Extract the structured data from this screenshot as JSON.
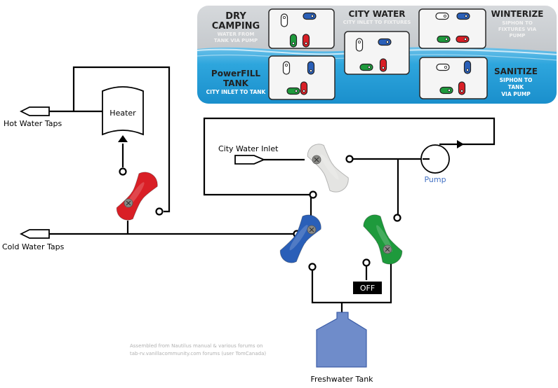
{
  "legend_panel": {
    "modes": [
      {
        "title_lines": [
          "DRY",
          "CAMPING"
        ],
        "subtitle_lines": [
          "WATER FROM",
          "TANK VIA PUMP"
        ],
        "valves": {
          "white": "vertical",
          "blue": "horizontal",
          "green": "vertical",
          "red": "vertical"
        }
      },
      {
        "title_lines": [
          "CITY WATER"
        ],
        "subtitle_lines": [
          "CITY INLET TO FIXTURES"
        ],
        "valves": {
          "white": "vertical",
          "blue": "horizontal",
          "green": "horizontal",
          "red": "vertical"
        }
      },
      {
        "title_lines": [
          "WINTERIZE"
        ],
        "subtitle_lines": [
          "SIPHON TO",
          "FIXTURES VIA",
          "PUMP"
        ],
        "valves": {
          "white": "horizontal",
          "blue": "horizontal",
          "green": "horizontal",
          "red": "horizontal"
        }
      },
      {
        "title_lines": [
          "PowerFILL",
          "TANK"
        ],
        "subtitle_lines": [
          "CITY INLET TO TANK"
        ],
        "valves": {
          "white": "vertical",
          "blue": "vertical",
          "green": "horizontal",
          "red": "vertical"
        }
      },
      {
        "title_lines": [
          "SANITIZE"
        ],
        "subtitle_lines": [
          "SIPHON TO",
          "TANK",
          "VIA PUMP"
        ],
        "valves": {
          "white": "horizontal",
          "blue": "vertical",
          "green": "horizontal",
          "red": "vertical"
        }
      }
    ]
  },
  "labels": {
    "hot_taps": "Hot Water Taps",
    "cold_taps": "Cold Water Taps",
    "heater": "Heater",
    "city_inlet": "City Water Inlet",
    "pump": "Pump",
    "off": "OFF",
    "tank": "Freshwater Tank"
  },
  "credit": {
    "line1": "Assembled from Nautilus manual & various forums on",
    "line2": "tab-rv.vanillacommunity.com forums (user TomCanada)"
  },
  "colors": {
    "red_valve": "#d91f26",
    "blue_valve": "#2a5fb8",
    "green_valve": "#1e9a3c",
    "white_valve": "#e4e4e2",
    "tank_fill": "#6f8cca",
    "tank_stroke": "#3d5ea8",
    "pump_label": "#4472c4"
  }
}
